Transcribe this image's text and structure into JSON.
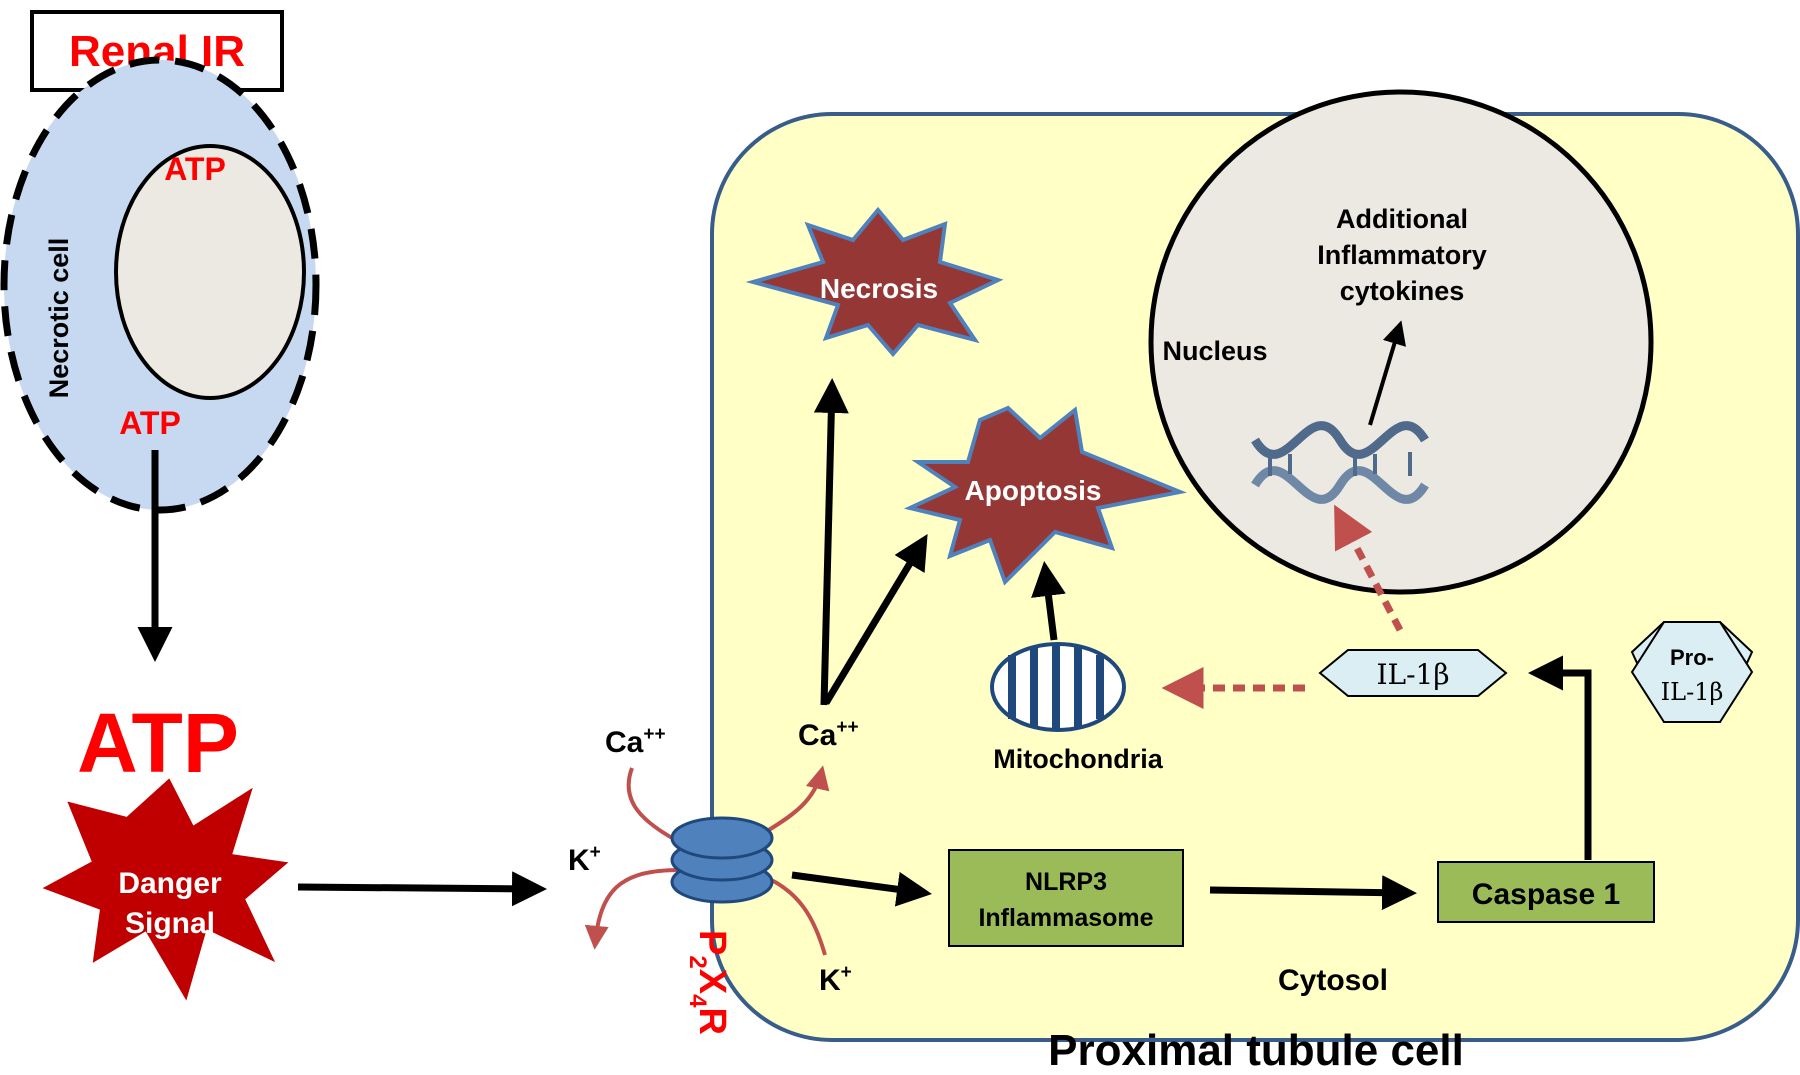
{
  "title_box": "Renal IR",
  "necrotic_cell": {
    "label": "Necrotic cell",
    "atp_top": "ATP",
    "atp_bottom": "ATP"
  },
  "atp_big": "ATP",
  "danger_signal": {
    "line1": "Danger",
    "line2": "Signal"
  },
  "receptor": {
    "p": "P",
    "sub1": "2",
    "x": "X",
    "sub2": "4",
    "r": "R"
  },
  "ions": {
    "ca_out": "Ca",
    "ca_out_sup": "++",
    "k_out": "K",
    "k_out_sup": "+",
    "ca_in": "Ca",
    "ca_in_sup": "++",
    "k_in": "K",
    "k_in_sup": "+"
  },
  "cell": {
    "name": "Proximal tubule cell",
    "cytosol": "Cytosol",
    "necrosis": "Necrosis",
    "apoptosis": "Apoptosis",
    "mitochondria": "Mitochondria",
    "nucleus": "Nucleus",
    "cytokines": [
      "Additional",
      "Inflammatory",
      "cytokines"
    ],
    "nlrp3": [
      "NLRP3",
      "Inflammasome"
    ],
    "caspase": "Caspase 1",
    "il1b": "IL-1β",
    "pro_il1b": [
      "Pro-",
      "IL-1β"
    ]
  },
  "colors": {
    "red_text": "#ff0000",
    "dark_red_fill": "#c00000",
    "burst_fill": "#953735",
    "burst_stroke": "#4f81bd",
    "cell_fill": "#ffffc6",
    "cell_stroke": "#385d8a",
    "necrotic_fill": "#c6d9f1",
    "nucleus_fill": "#ece9e2",
    "green_box": "#9bbb59",
    "hex_fill": "#dbeef4",
    "receptor_fill": "#4f81bd",
    "ion_red": "#c0504d",
    "dotted": "#c0504d"
  }
}
